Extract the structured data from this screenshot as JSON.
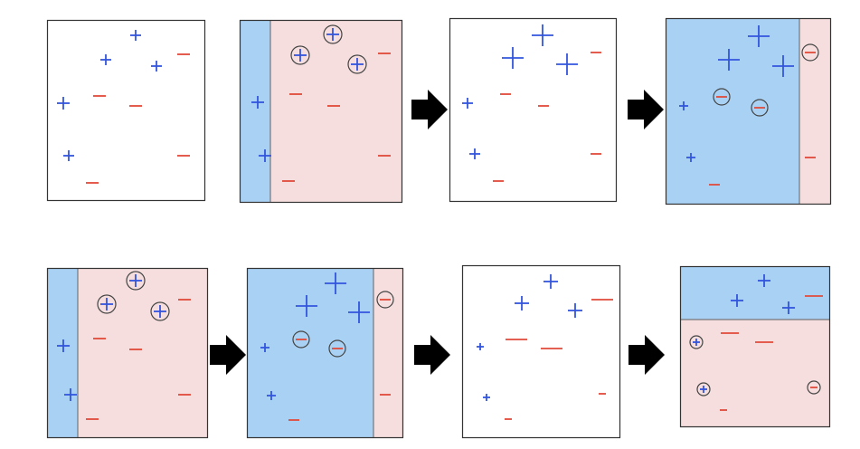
{
  "colors": {
    "positive": "#3355dd",
    "negative": "#e04a3a",
    "positive_region": "#a9d1f3",
    "negative_region": "#f6dede",
    "panel_border": "#333333",
    "region_border": "#777777",
    "circle_stroke": "#444444",
    "arrow": "#000000"
  },
  "diagram": {
    "rows": [
      {
        "name": "row-1",
        "panels": [
          {
            "name": "panel-1",
            "background": "plain",
            "regions": [],
            "symbols": [
              {
                "sign": "+",
                "size": 12,
                "circled": false
              },
              {
                "sign": "+",
                "size": 12,
                "circled": false
              },
              {
                "sign": "+",
                "size": 12,
                "circled": false
              },
              {
                "sign": "+",
                "size": 14,
                "circled": false
              },
              {
                "sign": "+",
                "size": 12,
                "circled": false
              },
              {
                "sign": "-",
                "size": 14,
                "circled": false
              },
              {
                "sign": "-",
                "size": 14,
                "circled": false
              },
              {
                "sign": "-",
                "size": 14,
                "circled": false
              },
              {
                "sign": "-",
                "size": 14,
                "circled": false
              },
              {
                "sign": "-",
                "size": 14,
                "circled": false
              }
            ]
          },
          {
            "name": "panel-2",
            "background": "split",
            "regions": [
              {
                "label": "positive",
                "split": "vertical",
                "fraction": 0.19
              },
              {
                "label": "negative",
                "split": "vertical",
                "fraction": 0.81
              }
            ],
            "symbols": [
              {
                "sign": "+",
                "size": 14,
                "circled": true
              },
              {
                "sign": "+",
                "size": 14,
                "circled": true
              },
              {
                "sign": "+",
                "size": 14,
                "circled": true
              },
              {
                "sign": "+",
                "size": 14,
                "circled": false
              },
              {
                "sign": "+",
                "size": 14,
                "circled": false
              },
              {
                "sign": "-",
                "size": 14,
                "circled": false
              },
              {
                "sign": "-",
                "size": 14,
                "circled": false
              },
              {
                "sign": "-",
                "size": 14,
                "circled": false
              },
              {
                "sign": "-",
                "size": 14,
                "circled": false
              },
              {
                "sign": "-",
                "size": 14,
                "circled": false
              }
            ]
          },
          {
            "name": "panel-3",
            "background": "plain",
            "regions": [],
            "symbols": [
              {
                "sign": "+",
                "size": 24,
                "circled": false
              },
              {
                "sign": "+",
                "size": 24,
                "circled": false
              },
              {
                "sign": "+",
                "size": 24,
                "circled": false
              },
              {
                "sign": "+",
                "size": 12,
                "circled": false
              },
              {
                "sign": "+",
                "size": 12,
                "circled": false
              },
              {
                "sign": "-",
                "size": 12,
                "circled": false
              },
              {
                "sign": "-",
                "size": 12,
                "circled": false
              },
              {
                "sign": "-",
                "size": 12,
                "circled": false
              },
              {
                "sign": "-",
                "size": 12,
                "circled": false
              },
              {
                "sign": "-",
                "size": 12,
                "circled": false
              }
            ]
          },
          {
            "name": "panel-4",
            "background": "split",
            "regions": [
              {
                "label": "positive",
                "split": "vertical",
                "fraction": 0.81
              },
              {
                "label": "negative",
                "split": "vertical",
                "fraction": 0.19
              }
            ],
            "symbols": [
              {
                "sign": "+",
                "size": 24,
                "circled": false
              },
              {
                "sign": "+",
                "size": 24,
                "circled": false
              },
              {
                "sign": "+",
                "size": 24,
                "circled": false
              },
              {
                "sign": "+",
                "size": 10,
                "circled": false
              },
              {
                "sign": "+",
                "size": 10,
                "circled": false
              },
              {
                "sign": "-",
                "size": 12,
                "circled": true
              },
              {
                "sign": "-",
                "size": 12,
                "circled": true
              },
              {
                "sign": "-",
                "size": 12,
                "circled": true
              },
              {
                "sign": "-",
                "size": 12,
                "circled": false
              },
              {
                "sign": "-",
                "size": 12,
                "circled": false
              }
            ]
          }
        ]
      },
      {
        "name": "row-2",
        "panels": [
          {
            "name": "panel-5",
            "background": "split",
            "regions": [
              {
                "label": "positive",
                "split": "vertical",
                "fraction": 0.19
              },
              {
                "label": "negative",
                "split": "vertical",
                "fraction": 0.81
              }
            ],
            "symbols": [
              {
                "sign": "+",
                "size": 14,
                "circled": true
              },
              {
                "sign": "+",
                "size": 14,
                "circled": true
              },
              {
                "sign": "+",
                "size": 14,
                "circled": true
              },
              {
                "sign": "+",
                "size": 14,
                "circled": false
              },
              {
                "sign": "+",
                "size": 14,
                "circled": false
              },
              {
                "sign": "-",
                "size": 14,
                "circled": false
              },
              {
                "sign": "-",
                "size": 14,
                "circled": false
              },
              {
                "sign": "-",
                "size": 14,
                "circled": false
              },
              {
                "sign": "-",
                "size": 14,
                "circled": false
              },
              {
                "sign": "-",
                "size": 14,
                "circled": false
              }
            ]
          },
          {
            "name": "panel-6",
            "background": "split",
            "regions": [
              {
                "label": "positive",
                "split": "vertical",
                "fraction": 0.81
              },
              {
                "label": "negative",
                "split": "vertical",
                "fraction": 0.19
              }
            ],
            "symbols": [
              {
                "sign": "+",
                "size": 24,
                "circled": false
              },
              {
                "sign": "+",
                "size": 24,
                "circled": false
              },
              {
                "sign": "+",
                "size": 24,
                "circled": false
              },
              {
                "sign": "+",
                "size": 10,
                "circled": false
              },
              {
                "sign": "+",
                "size": 10,
                "circled": false
              },
              {
                "sign": "-",
                "size": 12,
                "circled": true
              },
              {
                "sign": "-",
                "size": 12,
                "circled": true
              },
              {
                "sign": "-",
                "size": 12,
                "circled": true
              },
              {
                "sign": "-",
                "size": 12,
                "circled": false
              },
              {
                "sign": "-",
                "size": 12,
                "circled": false
              }
            ]
          },
          {
            "name": "panel-7",
            "background": "plain",
            "regions": [],
            "symbols": [
              {
                "sign": "+",
                "size": 16,
                "circled": false
              },
              {
                "sign": "+",
                "size": 16,
                "circled": false
              },
              {
                "sign": "+",
                "size": 16,
                "circled": false
              },
              {
                "sign": "+",
                "size": 8,
                "circled": false
              },
              {
                "sign": "+",
                "size": 8,
                "circled": false
              },
              {
                "sign": "-",
                "size": 24,
                "circled": false
              },
              {
                "sign": "-",
                "size": 24,
                "circled": false
              },
              {
                "sign": "-",
                "size": 24,
                "circled": false
              },
              {
                "sign": "-",
                "size": 8,
                "circled": false
              },
              {
                "sign": "-",
                "size": 8,
                "circled": false
              }
            ]
          },
          {
            "name": "panel-8",
            "background": "split",
            "regions": [
              {
                "label": "positive",
                "split": "horizontal",
                "fraction": 0.33
              },
              {
                "label": "negative",
                "split": "horizontal",
                "fraction": 0.67
              }
            ],
            "symbols": [
              {
                "sign": "+",
                "size": 14,
                "circled": false
              },
              {
                "sign": "+",
                "size": 14,
                "circled": false
              },
              {
                "sign": "+",
                "size": 14,
                "circled": false
              },
              {
                "sign": "+",
                "size": 8,
                "circled": true
              },
              {
                "sign": "+",
                "size": 8,
                "circled": true
              },
              {
                "sign": "-",
                "size": 20,
                "circled": false
              },
              {
                "sign": "-",
                "size": 20,
                "circled": false
              },
              {
                "sign": "-",
                "size": 20,
                "circled": false
              },
              {
                "sign": "-",
                "size": 8,
                "circled": true
              },
              {
                "sign": "-",
                "size": 8,
                "circled": false
              }
            ]
          }
        ]
      }
    ],
    "arrows": [
      {
        "name": "arrow-row1-a",
        "icon": "right-arrow-icon"
      },
      {
        "name": "arrow-row1-b",
        "icon": "right-arrow-icon"
      },
      {
        "name": "arrow-row2-a",
        "icon": "right-arrow-icon"
      },
      {
        "name": "arrow-row2-b",
        "icon": "right-arrow-icon"
      },
      {
        "name": "arrow-row2-c",
        "icon": "right-arrow-icon"
      }
    ]
  }
}
